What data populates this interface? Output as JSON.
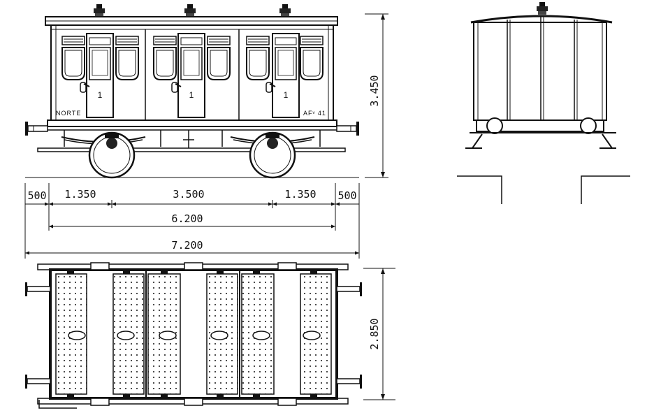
{
  "side_view": {
    "left_label": "NORTE",
    "right_label": "AFᵛ 41",
    "class_numbers": [
      "1",
      "1",
      "1"
    ]
  },
  "dimensions": {
    "height": "3.450",
    "width": "2.850",
    "row1": [
      "500",
      "1.350",
      "3.500",
      "1.350",
      "500"
    ],
    "wheelbase_total": "6.200",
    "overall_length": "7.200"
  },
  "colors": {
    "ink": "#111111",
    "paper": "#ffffff"
  }
}
